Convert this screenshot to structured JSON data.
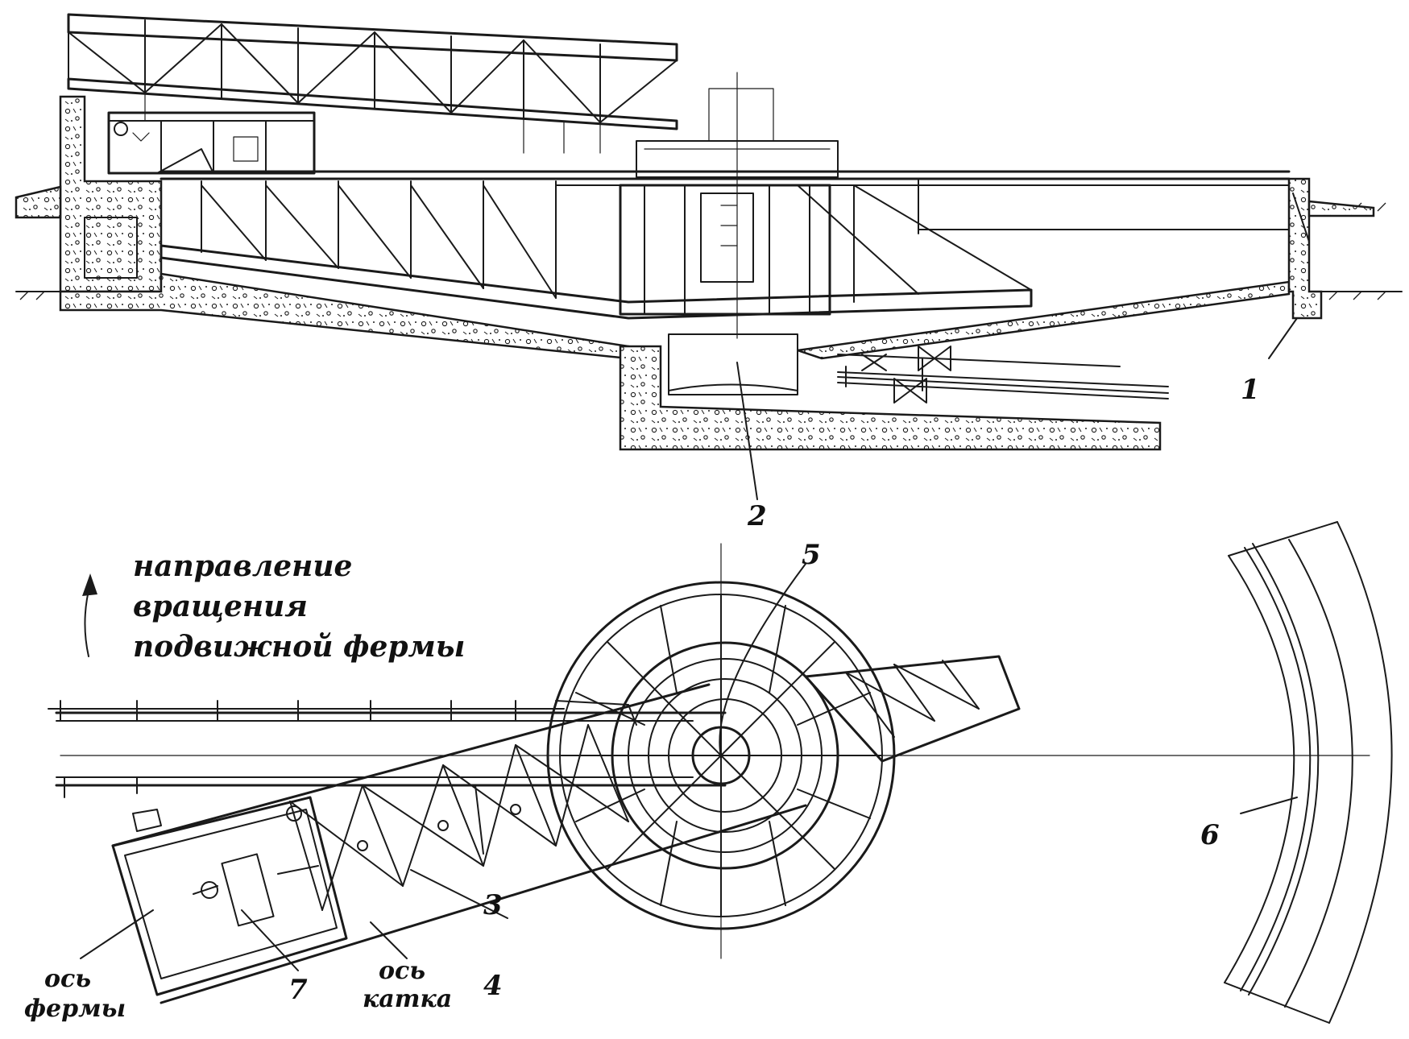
{
  "labels": {
    "callout_1": "1",
    "callout_2": "2",
    "callout_3": "3",
    "callout_4": "4",
    "callout_5": "5",
    "callout_6": "6",
    "callout_7": "7",
    "rotation_line1": "направление",
    "rotation_line2": "вращения",
    "rotation_line3": "подвижной фермы",
    "truss_axis_line1": "ось",
    "truss_axis_line2": "фермы",
    "roller_axis_line1": "ось",
    "roller_axis_line2": "катка"
  },
  "colors": {
    "ink": "#1a1a1a",
    "paper": "#ffffff"
  }
}
